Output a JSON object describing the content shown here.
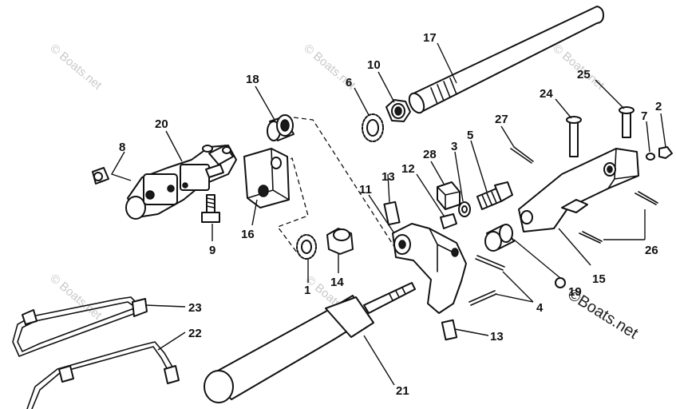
{
  "watermark": {
    "text": "© Boats.net",
    "corner_text": "©Boats.net"
  },
  "callouts": {
    "c1": "1",
    "c2": "2",
    "c3": "3",
    "c4": "4",
    "c5": "5",
    "c6": "6",
    "c7": "7",
    "c8": "8",
    "c9": "9",
    "c10": "10",
    "c11": "11",
    "c12": "12",
    "c13a": "13",
    "c13b": "13",
    "c14": "14",
    "c15": "15",
    "c16": "16",
    "c17": "17",
    "c18": "18",
    "c19": "19",
    "c20": "20",
    "c21": "21",
    "c22": "22",
    "c23": "23",
    "c24": "24",
    "c25": "25",
    "c26": "26",
    "c27": "27",
    "c28": "28"
  }
}
